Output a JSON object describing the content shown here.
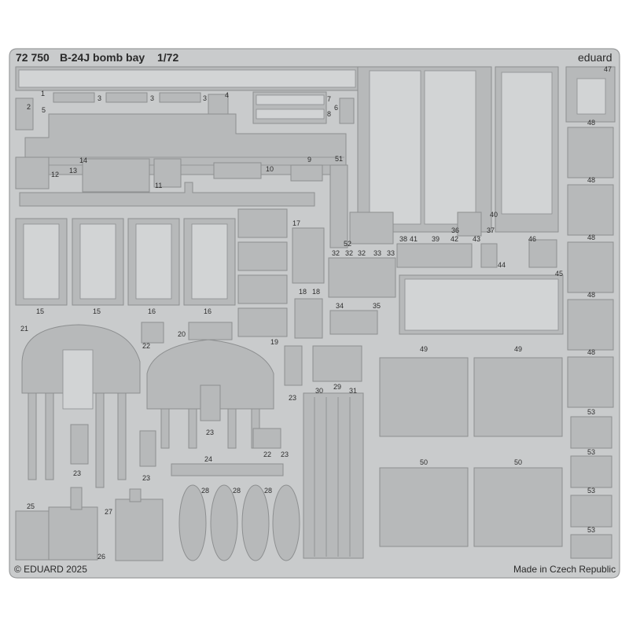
{
  "header": {
    "code": "72 750",
    "title": "B-24J bomb bay",
    "scale": "1/72",
    "brand": "eduard"
  },
  "footer": {
    "copyright": "© EDUARD 2025",
    "origin": "Made in Czech Republic"
  },
  "part_numbers": [
    "1",
    "2",
    "3",
    "3",
    "3",
    "4",
    "5",
    "6",
    "7",
    "8",
    "9",
    "10",
    "11",
    "12",
    "13",
    "14",
    "15",
    "15",
    "16",
    "16",
    "17",
    "18",
    "18",
    "19",
    "20",
    "21",
    "22",
    "22",
    "23",
    "23",
    "23",
    "23",
    "23",
    "24",
    "25",
    "26",
    "27",
    "28",
    "28",
    "28",
    "29",
    "30",
    "31",
    "32",
    "32",
    "32",
    "33",
    "33",
    "34",
    "35",
    "36",
    "37",
    "38",
    "39",
    "40",
    "41",
    "42",
    "43",
    "44",
    "45",
    "46",
    "47",
    "48",
    "48",
    "48",
    "48",
    "48",
    "49",
    "49",
    "50",
    "50",
    "51",
    "52",
    "53",
    "53",
    "53",
    "53"
  ]
}
